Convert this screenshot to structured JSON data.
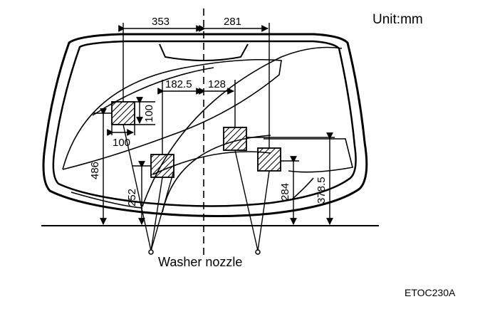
{
  "unit_label": "Unit:mm",
  "dimensions": {
    "left_offset": "353",
    "right_offset": "281",
    "inner_left_offset": "182.5",
    "inner_right_offset": "128",
    "sample_width": "100",
    "sample_height": "100",
    "left_upper_height": "486",
    "left_lower_height": "252",
    "right_lower_height": "284",
    "right_upper_height": "378.5"
  },
  "caption": "Washer nozzle",
  "figure_code": "ETOC230A",
  "colors": {
    "ink": "#000000",
    "background": "#ffffff"
  }
}
